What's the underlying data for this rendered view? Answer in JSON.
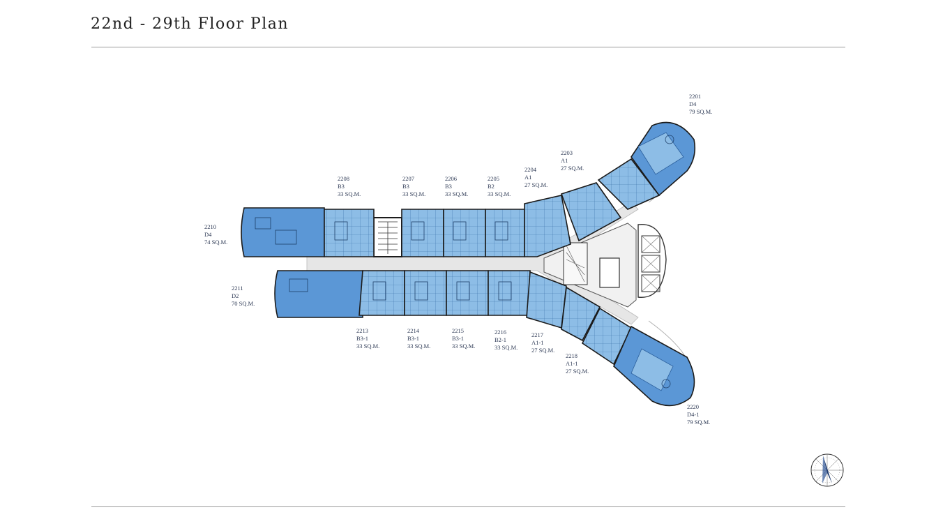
{
  "page": {
    "title": "22nd - 29th Floor Plan"
  },
  "colors": {
    "unit_fill": "#7fb3e0",
    "unit_fill_dark": "#4f8fd0",
    "corridor": "#e6e6e6",
    "wall": "#1b1b1b",
    "label_text": "#2e3a55",
    "rule": "#9a9a9a"
  },
  "units": [
    {
      "id": "2201",
      "type": "D4",
      "area": "79 SQ.M."
    },
    {
      "id": "2203",
      "type": "A1",
      "area": "27 SQ.M."
    },
    {
      "id": "2204",
      "type": "A1",
      "area": "27 SQ.M."
    },
    {
      "id": "2205",
      "type": "B2",
      "area": "33 SQ.M."
    },
    {
      "id": "2206",
      "type": "B3",
      "area": "33 SQ.M."
    },
    {
      "id": "2207",
      "type": "B3",
      "area": "33 SQ.M."
    },
    {
      "id": "2208",
      "type": "B3",
      "area": "33 SQ.M."
    },
    {
      "id": "2210",
      "type": "D4",
      "area": "74 SQ.M."
    },
    {
      "id": "2211",
      "type": "D2",
      "area": "70 SQ.M."
    },
    {
      "id": "2213",
      "type": "B3-1",
      "area": "33 SQ.M."
    },
    {
      "id": "2214",
      "type": "B3-1",
      "area": "33 SQ.M."
    },
    {
      "id": "2215",
      "type": "B3-1",
      "area": "33 SQ.M."
    },
    {
      "id": "2216",
      "type": "B2-1",
      "area": "33 SQ.M."
    },
    {
      "id": "2217",
      "type": "A1-1",
      "area": "27 SQ.M."
    },
    {
      "id": "2218",
      "type": "A1-1",
      "area": "27 SQ.M."
    },
    {
      "id": "2220",
      "type": "D4-1",
      "area": "79 SQ.M."
    }
  ],
  "compass": {
    "icon": "north-arrow-icon"
  }
}
